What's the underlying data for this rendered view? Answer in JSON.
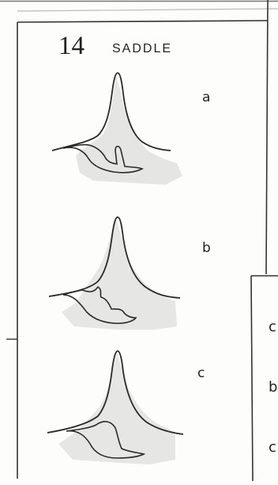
{
  "figure": {
    "number": "14",
    "title": "SADDLE",
    "panels": [
      {
        "label": "a"
      },
      {
        "label": "b"
      },
      {
        "label": "c"
      }
    ],
    "adjacent_box_labels": [
      "c",
      "b",
      "c"
    ]
  }
}
